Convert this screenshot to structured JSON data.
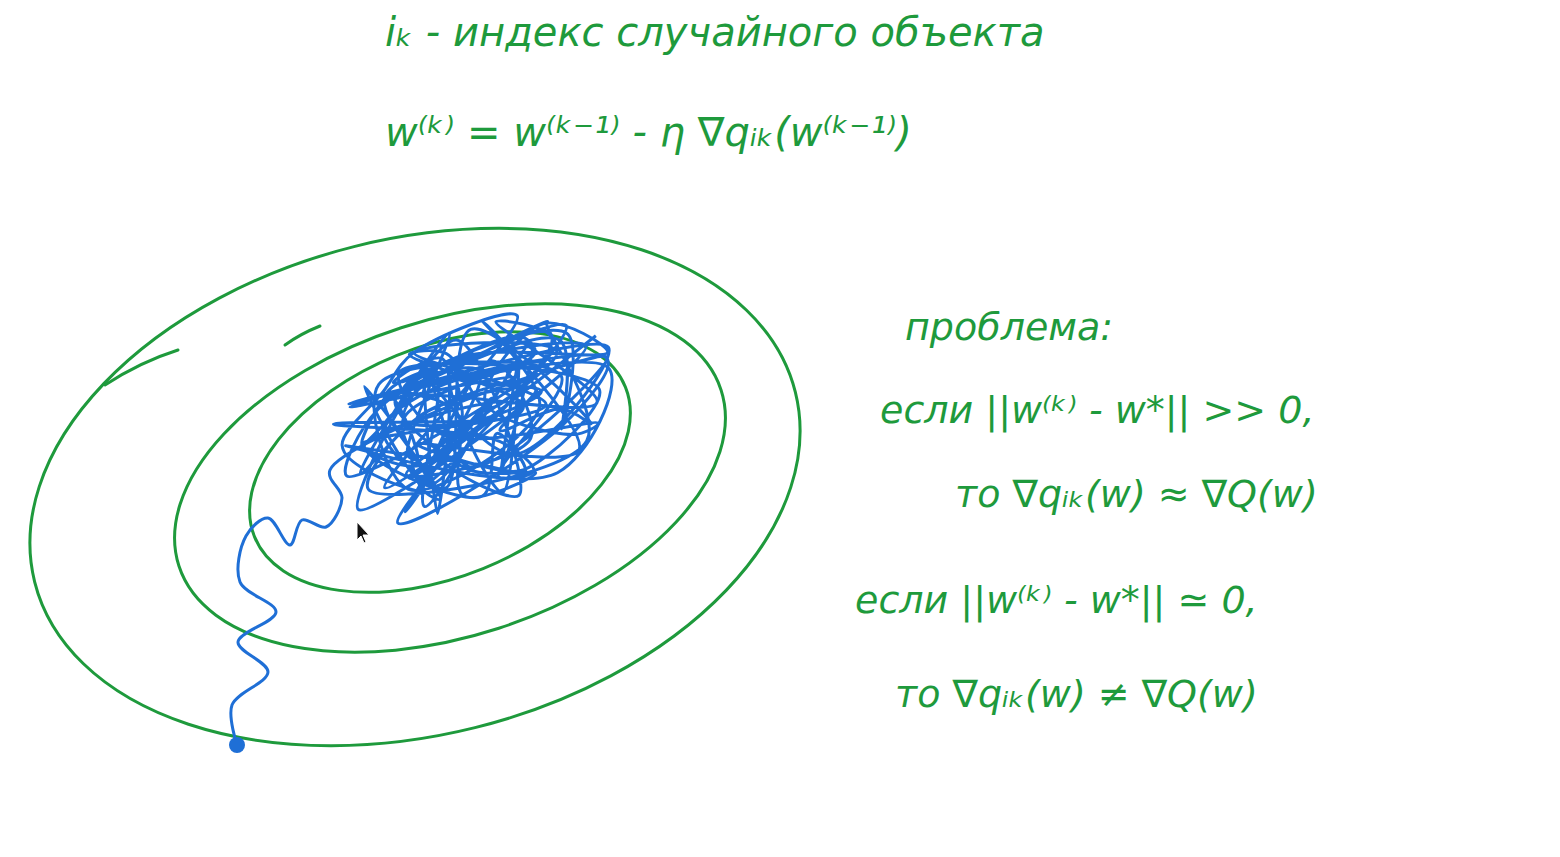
{
  "diagram": {
    "labels": [
      "iₖ - индекс случайного объекта",
      "w⁽ᵏ⁾ = w⁽ᵏ⁻¹⁾ - η ∇qᵢₖ(w⁽ᵏ⁻¹⁾)",
      "проблема:",
      "если ||w⁽ᵏ⁾ - w*|| >> 0,",
      "то ∇qᵢₖ(w) ≈ ∇Q(w)",
      "если ||w⁽ᵏ⁾ - w*|| ≃ 0,",
      "то ∇qᵢₖ(w) ≠ ∇Q(w)"
    ]
  }
}
